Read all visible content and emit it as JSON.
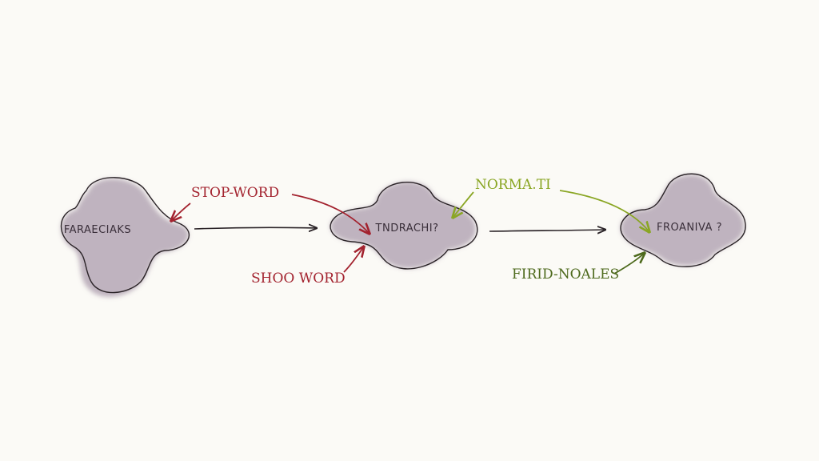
{
  "nodes": [
    {
      "id": "n1",
      "label": "FARAECIAKS"
    },
    {
      "id": "n2",
      "label": "TNDRACHI?"
    },
    {
      "id": "n3",
      "label": "FROANIVA ?"
    }
  ],
  "annotations": {
    "stop_word": "STOP-WORD",
    "shoo_word": "SHOO WORD",
    "normati": "NORMA.TI",
    "firid_noales": "FIRID-NOALES"
  },
  "colors": {
    "background": "#fbfaf6",
    "blob_fill": "#8e7a92",
    "blob_stroke": "#2b2428",
    "connector": "#2b2428",
    "red_annotation": "#a3232f",
    "green_light": "#8aa624",
    "green_dark": "#4e6a1d"
  }
}
